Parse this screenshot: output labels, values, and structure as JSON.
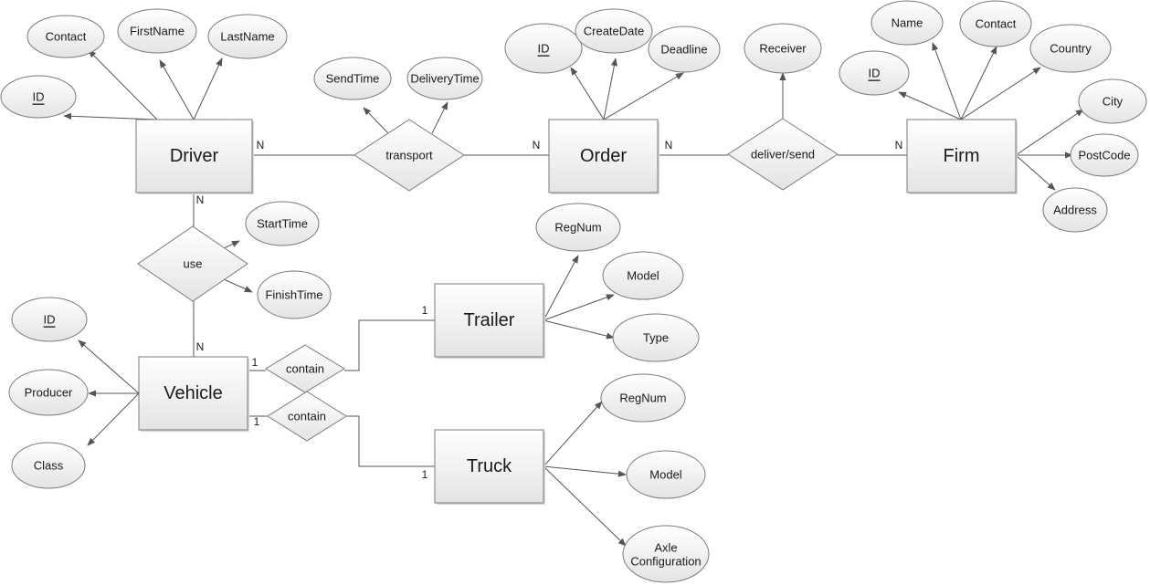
{
  "entities": [
    {
      "id": "driver",
      "label": "Driver"
    },
    {
      "id": "order",
      "label": "Order"
    },
    {
      "id": "firm",
      "label": "Firm"
    },
    {
      "id": "vehicle",
      "label": "Vehicle"
    },
    {
      "id": "trailer",
      "label": "Trailer"
    },
    {
      "id": "truck",
      "label": "Truck"
    }
  ],
  "relationships": [
    {
      "id": "transport",
      "label": "transport"
    },
    {
      "id": "deliver_send",
      "label": "deliver/send"
    },
    {
      "id": "use",
      "label": "use"
    },
    {
      "id": "contain_trailer",
      "label": "contain"
    },
    {
      "id": "contain_truck",
      "label": "contain"
    }
  ],
  "attributes": [
    {
      "id": "driver_contact",
      "label": "Contact",
      "owner": "driver"
    },
    {
      "id": "driver_firstname",
      "label": "FirstName",
      "owner": "driver"
    },
    {
      "id": "driver_lastname",
      "label": "LastName",
      "owner": "driver"
    },
    {
      "id": "driver_id",
      "label": "ID",
      "owner": "driver",
      "key": true
    },
    {
      "id": "transport_sendtime",
      "label": "SendTime",
      "owner": "transport"
    },
    {
      "id": "transport_deliverytime",
      "label": "DeliveryTime",
      "owner": "transport"
    },
    {
      "id": "order_id",
      "label": "ID",
      "owner": "order",
      "key": true
    },
    {
      "id": "order_createdate",
      "label": "CreateDate",
      "owner": "order"
    },
    {
      "id": "order_deadline",
      "label": "Deadline",
      "owner": "order"
    },
    {
      "id": "deliver_receiver",
      "label": "Receiver",
      "owner": "deliver_send"
    },
    {
      "id": "firm_name",
      "label": "Name",
      "owner": "firm"
    },
    {
      "id": "firm_contact",
      "label": "Contact",
      "owner": "firm"
    },
    {
      "id": "firm_country",
      "label": "Country",
      "owner": "firm"
    },
    {
      "id": "firm_id",
      "label": "ID",
      "owner": "firm",
      "key": true
    },
    {
      "id": "firm_city",
      "label": "City",
      "owner": "firm"
    },
    {
      "id": "firm_postcode",
      "label": "PostCode",
      "owner": "firm"
    },
    {
      "id": "firm_address",
      "label": "Address",
      "owner": "firm"
    },
    {
      "id": "use_starttime",
      "label": "StartTime",
      "owner": "use"
    },
    {
      "id": "use_finishtime",
      "label": "FinishTime",
      "owner": "use"
    },
    {
      "id": "vehicle_id",
      "label": "ID",
      "owner": "vehicle",
      "key": true
    },
    {
      "id": "vehicle_producer",
      "label": "Producer",
      "owner": "vehicle"
    },
    {
      "id": "vehicle_class",
      "label": "Class",
      "owner": "vehicle"
    },
    {
      "id": "trailer_regnum",
      "label": "RegNum",
      "owner": "trailer"
    },
    {
      "id": "trailer_model",
      "label": "Model",
      "owner": "trailer"
    },
    {
      "id": "trailer_type",
      "label": "Type",
      "owner": "trailer"
    },
    {
      "id": "truck_regnum",
      "label": "RegNum",
      "owner": "truck"
    },
    {
      "id": "truck_model",
      "label": "Model",
      "owner": "truck"
    },
    {
      "id": "truck_axle",
      "label": "Axle\nConfiguration",
      "owner": "truck"
    }
  ],
  "links": [
    {
      "from": "driver",
      "to": "transport",
      "card": "N"
    },
    {
      "from": "transport",
      "to": "order",
      "card": "N"
    },
    {
      "from": "order",
      "to": "deliver_send",
      "card": "N"
    },
    {
      "from": "deliver_send",
      "to": "firm",
      "card": "N"
    },
    {
      "from": "driver",
      "to": "use",
      "card": "N"
    },
    {
      "from": "use",
      "to": "vehicle",
      "card": "N"
    },
    {
      "from": "vehicle",
      "to": "contain_trailer",
      "card": "1"
    },
    {
      "from": "contain_trailer",
      "to": "trailer",
      "card": "1"
    },
    {
      "from": "vehicle",
      "to": "contain_truck",
      "card": "1"
    },
    {
      "from": "contain_truck",
      "to": "truck",
      "card": "1"
    }
  ],
  "colors": {
    "line": "#555555",
    "fill_top": "#ffffff",
    "fill_bottom": "#e6e6e6",
    "stroke": "#7a7a7a"
  }
}
